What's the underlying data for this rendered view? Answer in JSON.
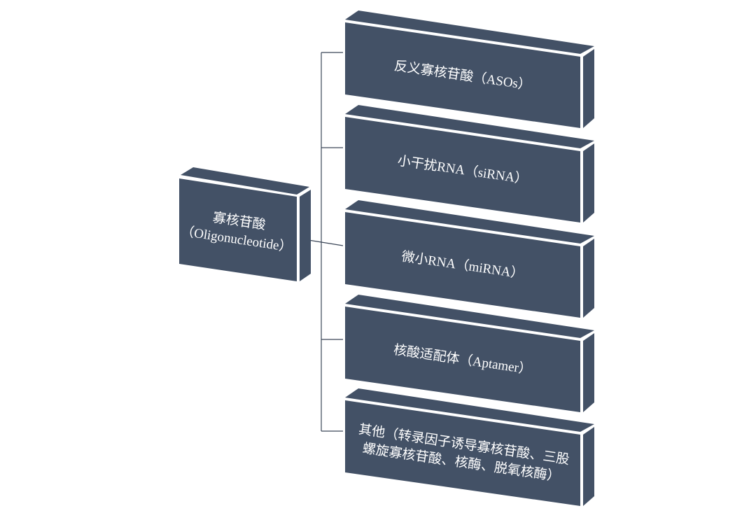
{
  "root": {
    "line1": "寡核苷酸",
    "line2": "（Oligonucleotide）"
  },
  "children": [
    {
      "lines": [
        "反义寡核苷酸（ASOs）"
      ]
    },
    {
      "lines": [
        "小干扰RNA（siRNA）"
      ]
    },
    {
      "lines": [
        "微小RNA（miRNA）"
      ]
    },
    {
      "lines": [
        "核酸适配体（Aptamer）"
      ]
    },
    {
      "lines": [
        "其他（转录因子诱导寡核苷酸、三股",
        "螺旋寡核苷酸、核酶、脱氧核酶）"
      ]
    }
  ],
  "colors": {
    "box": "#435166",
    "connector": "#3a4657"
  }
}
